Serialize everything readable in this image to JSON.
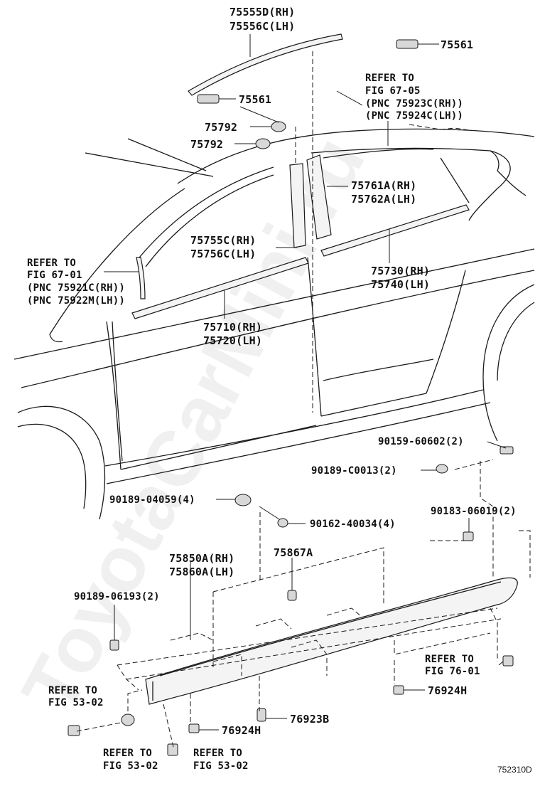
{
  "watermark": "ToyotaCarMini.ru",
  "diagram_code": "752310D",
  "labels": {
    "p75555d": "75555D(RH)",
    "p75556c": "75556C(LH)",
    "p75561_top": "75561",
    "p75561_mid": "75561",
    "p75792_a": "75792",
    "p75792_b": "75792",
    "refer_6705_1": "REFER TO",
    "refer_6705_2": "FIG 67-05",
    "refer_6705_3": "(PNC 75923C(RH))",
    "refer_6705_4": "(PNC 75924C(LH))",
    "p75761a": "75761A(RH)",
    "p75762a": "75762A(LH)",
    "p75755c": "75755C(RH)",
    "p75756c": "75756C(LH)",
    "refer_6701_1": "REFER TO",
    "refer_6701_2": "FIG 67-01",
    "refer_6701_3": "(PNC 75921C(RH))",
    "refer_6701_4": "(PNC 75922M(LH))",
    "p75730": "75730(RH)",
    "p75740": "75740(LH)",
    "p75710": "75710(RH)",
    "p75720": "75720(LH)",
    "p90159": "90159-60602(2)",
    "p90189_c": "90189-C0013(2)",
    "p90189_04": "90189-04059(4)",
    "p90162": "90162-40034(4)",
    "p90183": "90183-06019(2)",
    "p75850a": "75850A(RH)",
    "p75860a": "75860A(LH)",
    "p75867a": "75867A",
    "p90189_06": "90189-06193(2)",
    "refer_7601_1": "REFER TO",
    "refer_7601_2": "FIG 76-01",
    "refer_5302a_1": "REFER TO",
    "refer_5302a_2": "FIG 53-02",
    "p76924h_r": "76924H",
    "p76923b": "76923B",
    "p76924h_l": "76924H",
    "refer_5302b_1": "REFER TO",
    "refer_5302b_2": "FIG 53-02",
    "refer_5302c_1": "REFER TO",
    "refer_5302c_2": "FIG 53-02"
  }
}
